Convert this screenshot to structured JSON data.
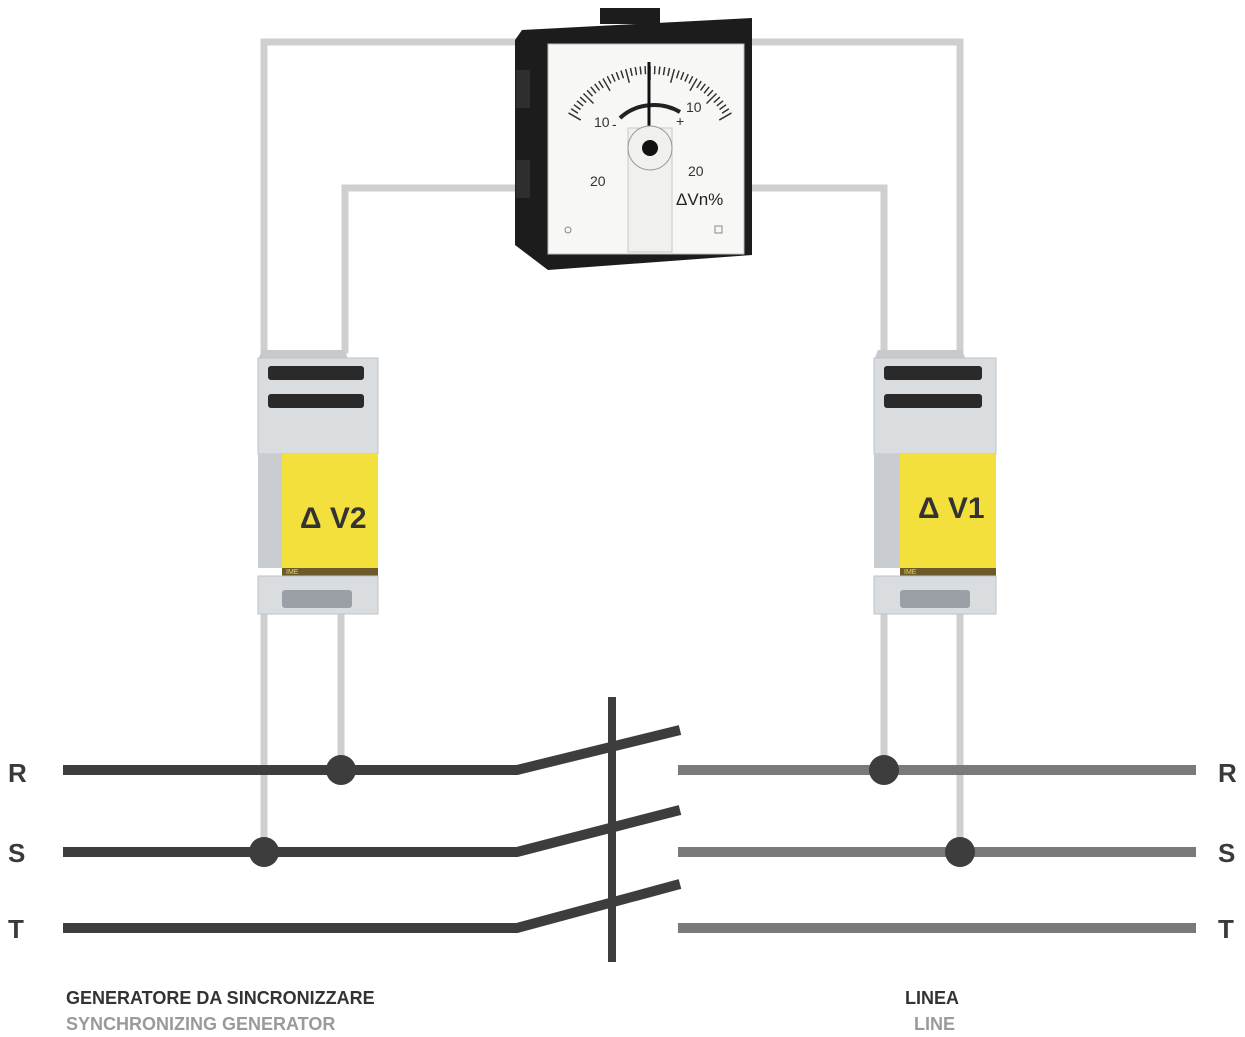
{
  "meter": {
    "scale_left_upper": "10",
    "scale_left_lower": "20",
    "scale_right_upper": "10",
    "scale_right_lower": "20",
    "minus_sign": "-",
    "plus_sign": "+",
    "unit": "ΔVn%"
  },
  "modules": {
    "left": {
      "label": "Δ V2",
      "brand": "IME"
    },
    "right": {
      "label": "Δ V1",
      "brand": "IME"
    }
  },
  "phases": {
    "left": [
      "R",
      "S",
      "T"
    ],
    "right": [
      "R",
      "S",
      "T"
    ]
  },
  "captions": {
    "generator_main": "GENERATORE DA SINCRONIZZARE",
    "generator_sub": "SYNCHRONIZING GENERATOR",
    "line_main": "LINEA",
    "line_sub": "LINE"
  },
  "colors": {
    "wire": "#cfcfcf",
    "bus_generator": "#3d3d3d",
    "bus_line": "#7a7a7a",
    "module_yellow": "#f3e03c",
    "module_body": "#dadde0"
  }
}
